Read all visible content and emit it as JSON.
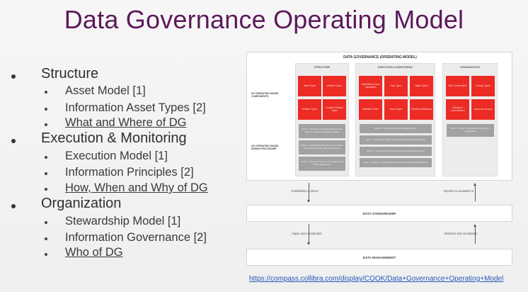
{
  "title": "Data Governance Operating Model",
  "outline": [
    {
      "label": "Structure",
      "items": [
        {
          "label": "Asset Model [1]",
          "underline": false
        },
        {
          "label": "Information Asset Types [2]",
          "underline": false
        },
        {
          "label": "What and Where of DG",
          "underline": true
        }
      ]
    },
    {
      "label": "Execution & Monitoring",
      "items": [
        {
          "label": "Execution Model [1]",
          "underline": false
        },
        {
          "label": "Information Principles [2]",
          "underline": false
        },
        {
          "label": "How, When and Why of DG",
          "underline": true
        }
      ]
    },
    {
      "label": "Organization",
      "items": [
        {
          "label": "Stewardship Model [1]",
          "underline": false
        },
        {
          "label": "Information Governance [2]",
          "underline": false
        },
        {
          "label": "Who of DG",
          "underline": true
        }
      ]
    }
  ],
  "diagram": {
    "title": "DATA GOVERNANCE (OPERATING MODEL)",
    "left_labels": {
      "components": "DG OPERATING MODEL COMPONENTS",
      "procedure": "DG OPERATING MODEL DESIGN PROCEDURE"
    },
    "columns": [
      {
        "header": "STRUCTURE",
        "red": [
          "Asset Types",
          "Attribute Types",
          "Relation Types",
          "Complex Relation Types"
        ],
        "steps": [
          "Step 1 - Transform Familiar Examples into Assets, Attributes & Relation Types",
          "Step 2 - Validate Identified Types with Other Examples & Review where Necessary",
          "Step 3 - Check for Types to be Combined & Raise Exceptions"
        ]
      },
      {
        "header": "EXECUTION & MONITORING",
        "red": [
          "Articulation Score Calculation",
          "Role Types",
          "Status Types",
          "Validation Rules",
          "Issue Types",
          "Workflow Definitions"
        ],
        "steps": [
          "Step 1 - Add Constraints & Validation Rules",
          "Step 2 - Determine Status Types for all Identified Asset Types",
          "Step 3 - Determine Role Types for all Identified Asset Types",
          "Step 4 - Design or Implement Execution and Monitoring Workflows"
        ]
      },
      {
        "header": "ORGANIZATION",
        "red": [
          "Role Communities",
          "Domain Types",
          "Settings & Customization",
          "Users and Groups"
        ],
        "steps": [
          "Step 4 - Define communities & domains organization"
        ]
      }
    ],
    "connectors": {
      "establishes": "Establishes & drives",
      "reports": "Reports & escalates to",
      "aligns": "Aligns and coordinates",
      "monitors": "Monitors and remediates"
    },
    "stewardship": "DATA STEWARDSHIP",
    "management": "DATA MANAGEMENT"
  },
  "source_link": "https://compass.collibra.com/display/COOK/Data+Governance+Operating+Model"
}
